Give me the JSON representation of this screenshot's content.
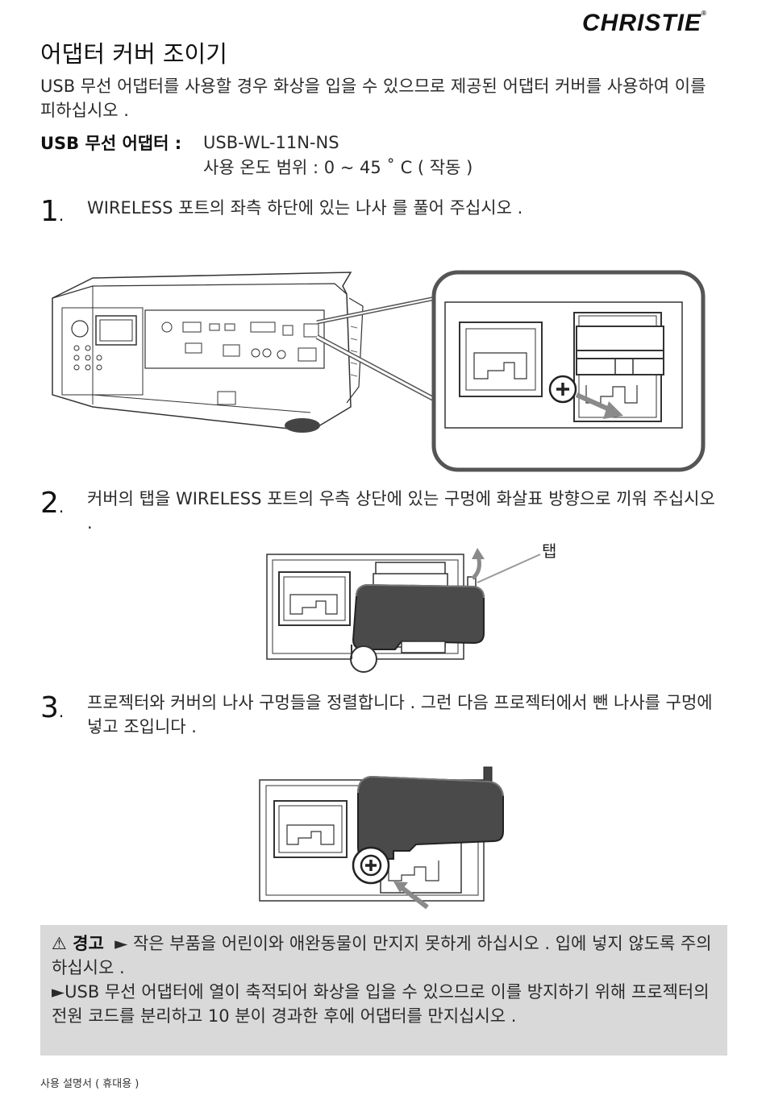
{
  "brand": {
    "logo_text": "CHRISTIE"
  },
  "page": {
    "title": "어댑터 커버 조이기",
    "intro": "USB 무선 어댑터를 사용할 경우 화상을 입을 수 있으므로 제공된 어댑터 커버를 사용하여 이를 피하십시오 .",
    "spec_label": "USB 무선 어댑터 :",
    "spec_model": "USB-WL-11N-NS",
    "spec_temp": "사용 온도 범위 : 0 ~ 45 ˚ C ( 작동 )"
  },
  "steps": [
    {
      "number": "1",
      "text": "WIRELESS 포트의 좌측 하단에 있는 나사 를 풀어 주십시오 ."
    },
    {
      "number": "2",
      "text": "커버의 탭을 WIRELESS 포트의 우측 상단에 있는 구멍에 화살표 방향으로 끼워 주십시오 .",
      "callout": "탭"
    },
    {
      "number": "3",
      "text": "프로젝터와 커버의 나사 구멍들을 정렬합니다 . 그런 다음 프로젝터에서 뺀 나사를 구멍에 넣고 조입니다 ."
    }
  ],
  "warning": {
    "heading": "⚠ 경고",
    "line1": "► 작은 부품을 어린이와 애완동물이 만지지 못하게 하십시오 . 입에 넣지 않도록 주의하십시오 .",
    "line2": "►USB 무선 어댑터에 열이 축적되어 화상을 입을 수 있으므로 이를 방지하기 위해 프로젝터의 전원 코드를 분리하고 10 분이 경과한 후에 어댑터를 만지십시오 ."
  },
  "footer": {
    "text": "사용 설명서 ( 휴대용 )"
  },
  "colors": {
    "warning_bg": "#d9d9d9",
    "cover_dark": "#4a4a4a",
    "arrow_gray": "#8a8a8a"
  }
}
